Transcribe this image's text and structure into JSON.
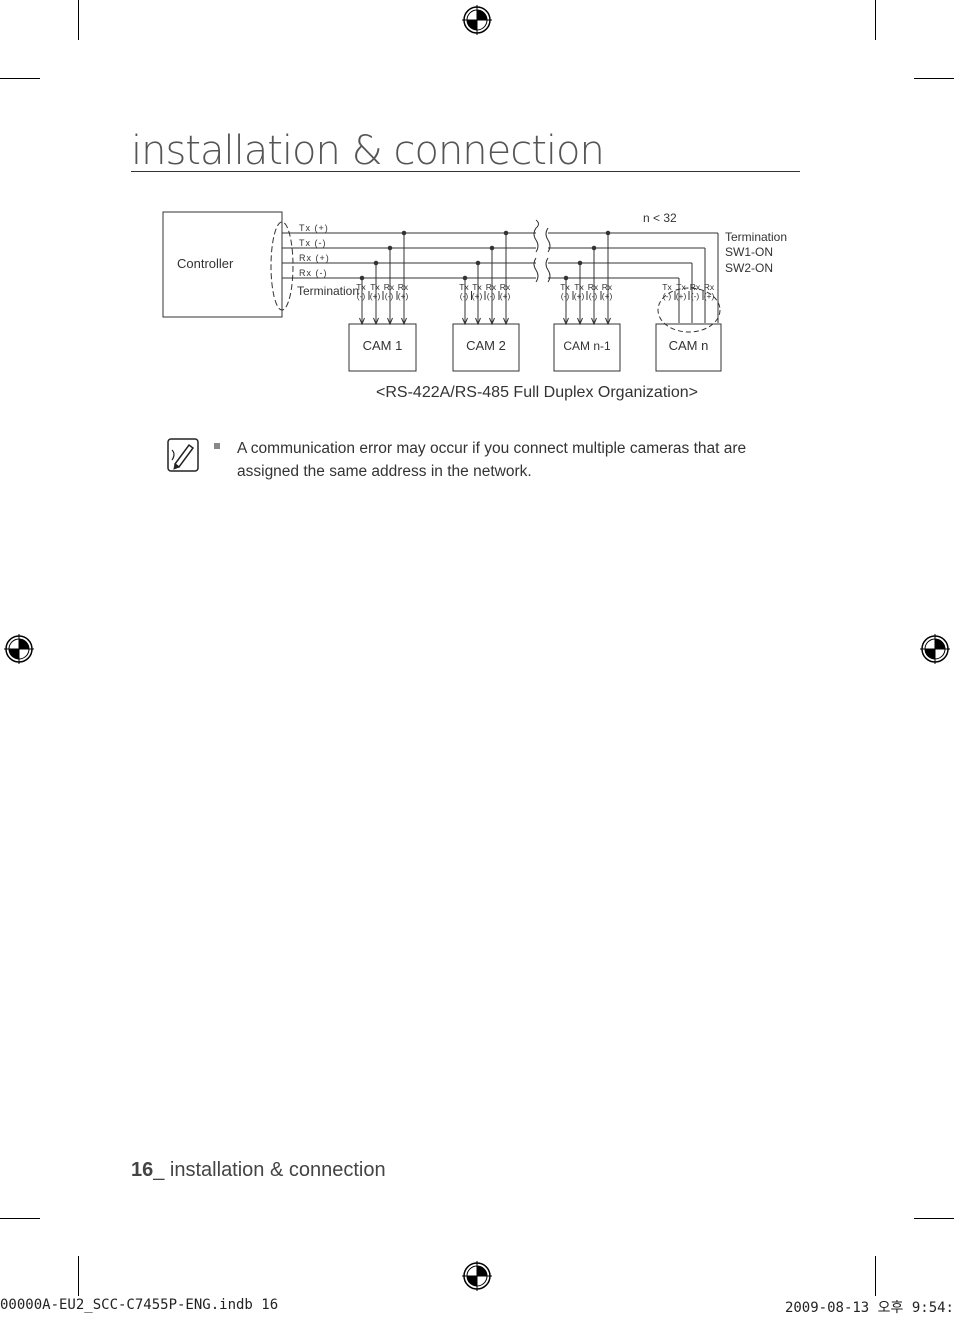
{
  "page": {
    "title": "installation & connection",
    "footer_number": "16",
    "footer_text": "_ installation & connection",
    "slug_left": "00000A-EU2_SCC-C7455P-ENG.indb   16",
    "slug_right": "2009-08-13   오후 9:54:"
  },
  "diagram": {
    "controller_label": "Controller",
    "lines": [
      "Tx (+)",
      "Tx (-)",
      "Rx (+)",
      "Rx (-)"
    ],
    "termination_left": "Termination",
    "n_label": "n < 32",
    "termination_right": [
      "Termination",
      "SW1-ON",
      "SW2-ON"
    ],
    "cameras": [
      "CAM 1",
      "CAM 2",
      "CAM n-1",
      "CAM n"
    ],
    "terminal_top": [
      "Tx",
      "Tx",
      "Rx",
      "Rx"
    ],
    "terminal_bottom": [
      "(-)",
      "(+)",
      "(-)",
      "(+)"
    ],
    "caption": "<RS-422A/RS-485 Full Duplex Organization>"
  },
  "note": {
    "text": "A communication error may occur if you connect multiple cameras that are assigned the same address in the network."
  }
}
